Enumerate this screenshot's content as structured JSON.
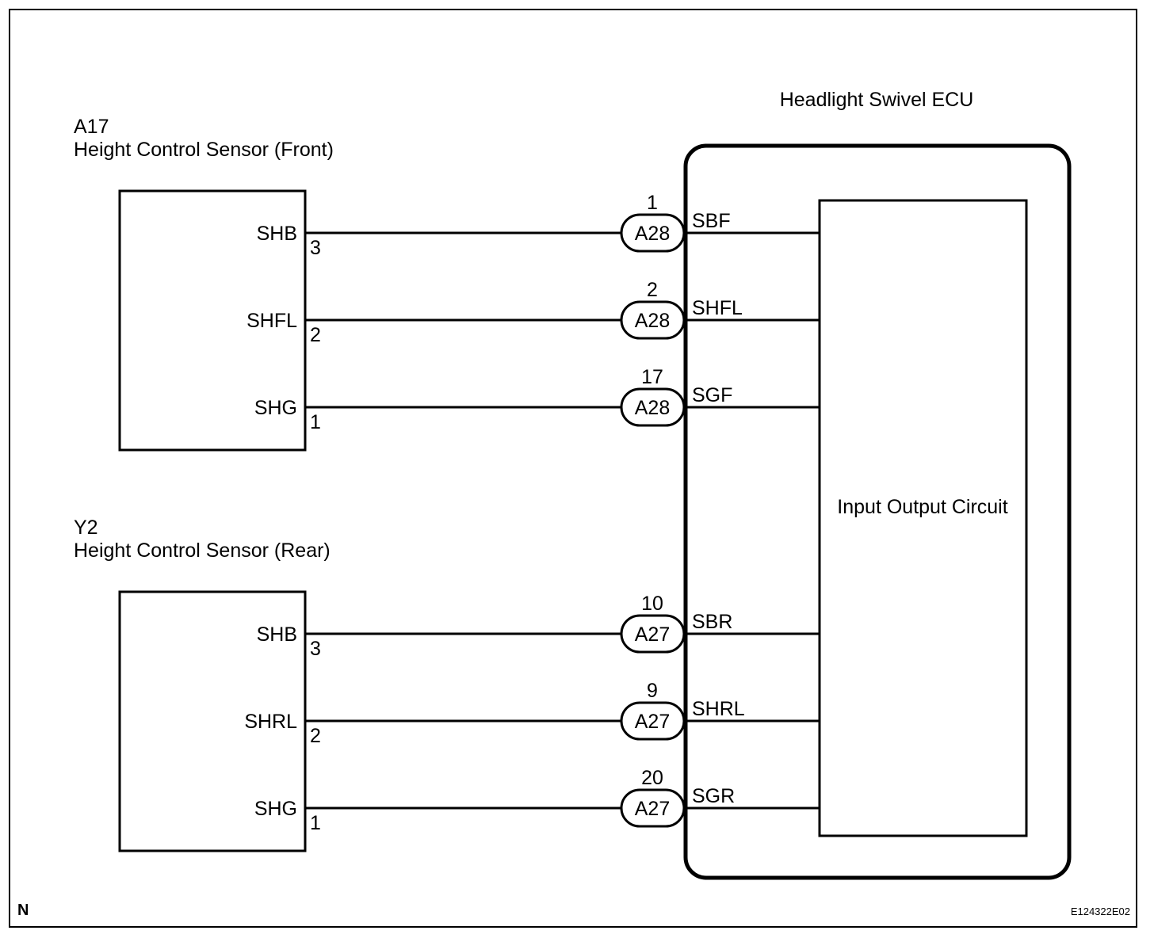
{
  "ecu": {
    "title": "Headlight Swivel ECU",
    "inner_label": "Input Output Circuit"
  },
  "front_sensor": {
    "code": "A17",
    "name": "Height Control Sensor (Front)",
    "wires": [
      {
        "sensor_pin_name": "SHB",
        "sensor_pin": "3",
        "ecu_pin": "1",
        "connector": "A28",
        "ecu_pin_name": "SBF"
      },
      {
        "sensor_pin_name": "SHFL",
        "sensor_pin": "2",
        "ecu_pin": "2",
        "connector": "A28",
        "ecu_pin_name": "SHFL"
      },
      {
        "sensor_pin_name": "SHG",
        "sensor_pin": "1",
        "ecu_pin": "17",
        "connector": "A28",
        "ecu_pin_name": "SGF"
      }
    ]
  },
  "rear_sensor": {
    "code": "Y2",
    "name": "Height Control Sensor (Rear)",
    "wires": [
      {
        "sensor_pin_name": "SHB",
        "sensor_pin": "3",
        "ecu_pin": "10",
        "connector": "A27",
        "ecu_pin_name": "SBR"
      },
      {
        "sensor_pin_name": "SHRL",
        "sensor_pin": "2",
        "ecu_pin": "9",
        "connector": "A27",
        "ecu_pin_name": "SHRL"
      },
      {
        "sensor_pin_name": "SHG",
        "sensor_pin": "1",
        "ecu_pin": "20",
        "connector": "A27",
        "ecu_pin_name": "SGR"
      }
    ]
  },
  "footer": {
    "left_mark": "N",
    "figure_id": "E124322E02"
  }
}
